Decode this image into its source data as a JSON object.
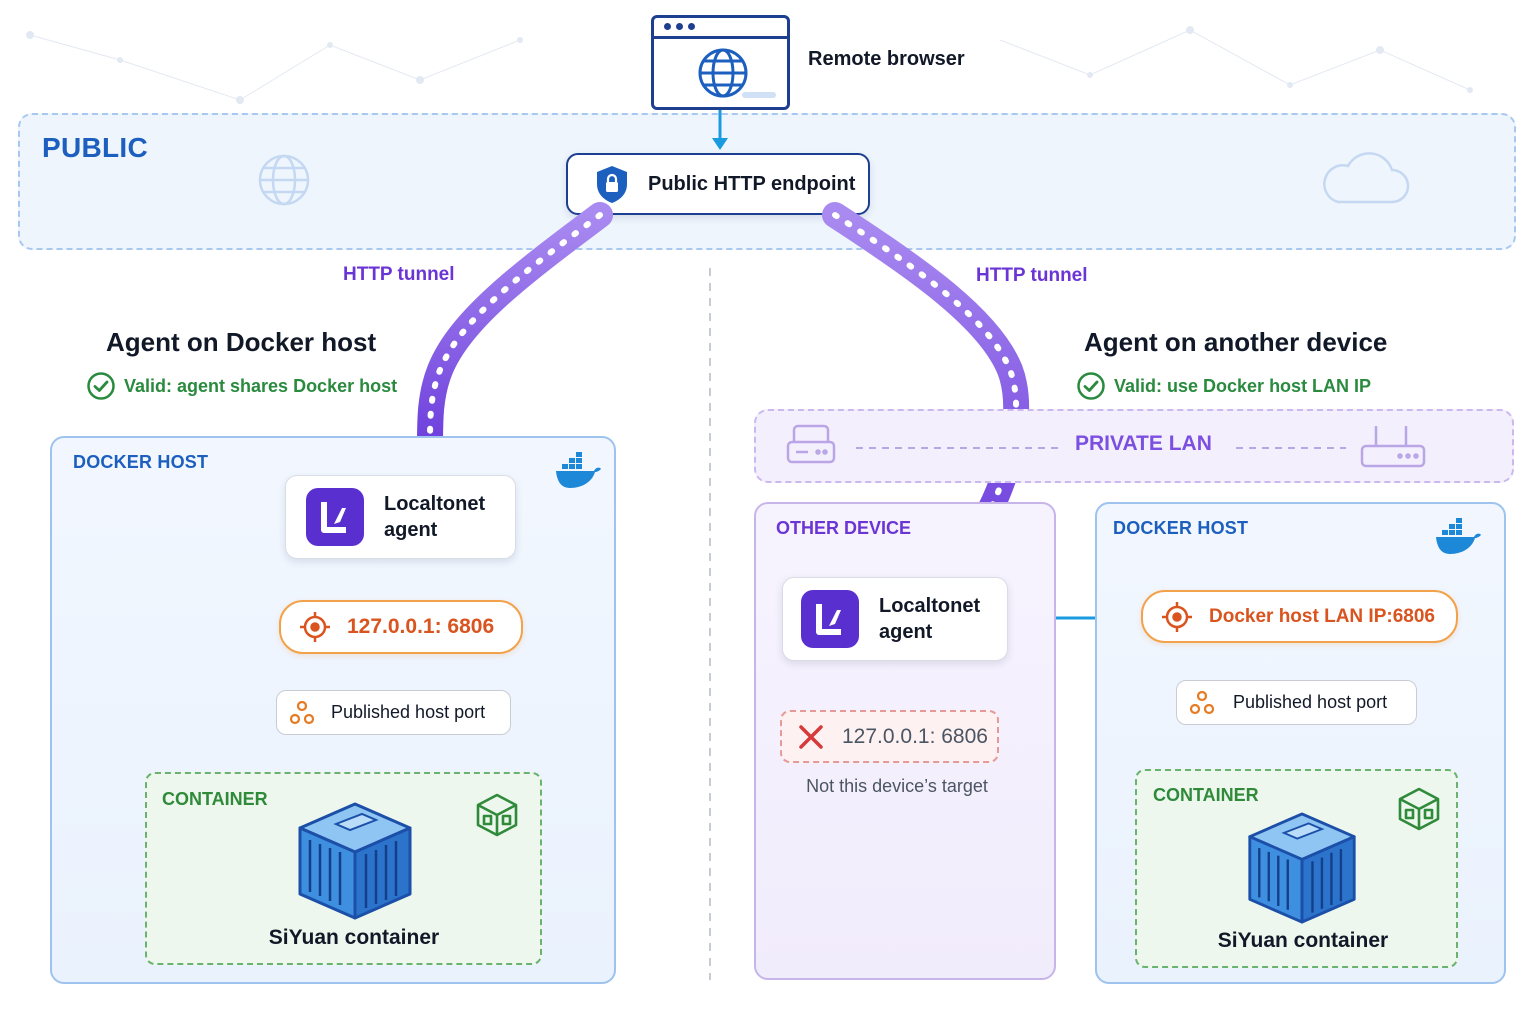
{
  "browser": {
    "label": "Remote browser"
  },
  "public_zone": {
    "title": "PUBLIC",
    "endpoint_label": "Public HTTP endpoint"
  },
  "tunnels": {
    "left_label": "HTTP tunnel",
    "right_label": "HTTP tunnel"
  },
  "left": {
    "heading": "Agent on Docker host",
    "valid_text": "Valid: agent shares Docker host",
    "docker_host_title": "DOCKER HOST",
    "agent_line1": "Localtonet",
    "agent_line2": "agent",
    "target_text": "127.0.0.1: 6806",
    "port_label": "Published host port",
    "container_title": "CONTAINER",
    "container_label": "SiYuan container"
  },
  "right": {
    "heading": "Agent on another device",
    "valid_text": "Valid: use Docker host LAN IP",
    "lan_title": "PRIVATE LAN",
    "other_device_title": "OTHER DEVICE",
    "agent_line1": "Localtonet",
    "agent_line2": "agent",
    "invalid_target": "127.0.0.1: 6806",
    "invalid_note": "Not this device’s target",
    "docker_host_title": "DOCKER HOST",
    "target_text": "Docker host LAN IP:6806",
    "port_label": "Published host port",
    "container_title": "CONTAINER",
    "container_label": "SiYuan container"
  },
  "colors": {
    "tunnel": "#7b4fe0",
    "flow_arrow": "#1a9be0",
    "target_orange": "#d9541e",
    "valid_green": "#2a8a3e",
    "invalid_red": "#d63a3a"
  },
  "icons": [
    "globe-icon",
    "shield-lock-icon",
    "cloud-icon",
    "docker-whale-icon",
    "localtonet-logo-icon",
    "target-icon",
    "port-nodes-icon",
    "cube-icon",
    "shipping-container-icon",
    "router-icon",
    "check-circle-icon",
    "x-mark-icon"
  ]
}
